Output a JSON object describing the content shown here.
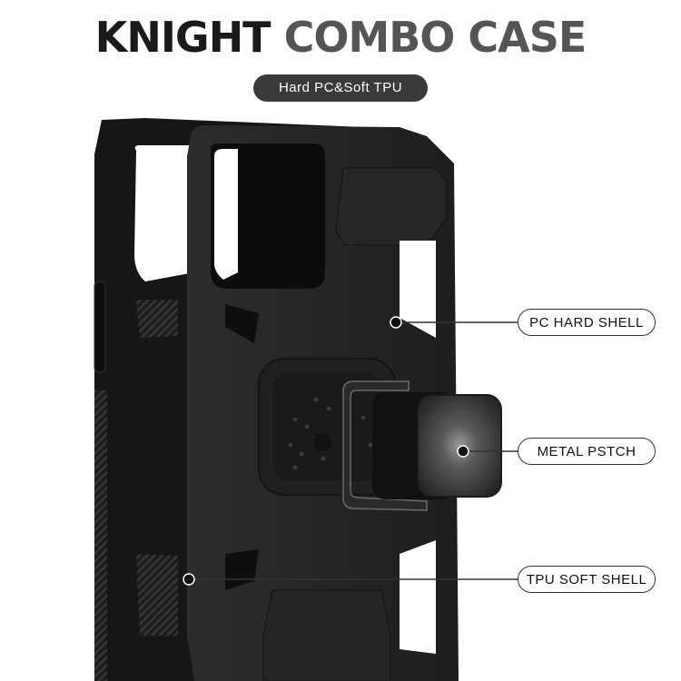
{
  "header": {
    "title_part1": "KNIGHT",
    "title_part2": "COMBO CASE",
    "subtitle": "Hard PC&Soft TPU"
  },
  "callouts": [
    {
      "label": "PC HARD SHELL"
    },
    {
      "label": "METAL PSTCH"
    },
    {
      "label": "TPU SOFT SHELL"
    }
  ],
  "colors": {
    "case_black": "#1c1c1c",
    "case_dark": "#2a2a2a",
    "pill_bg": "#3a3a3a"
  }
}
